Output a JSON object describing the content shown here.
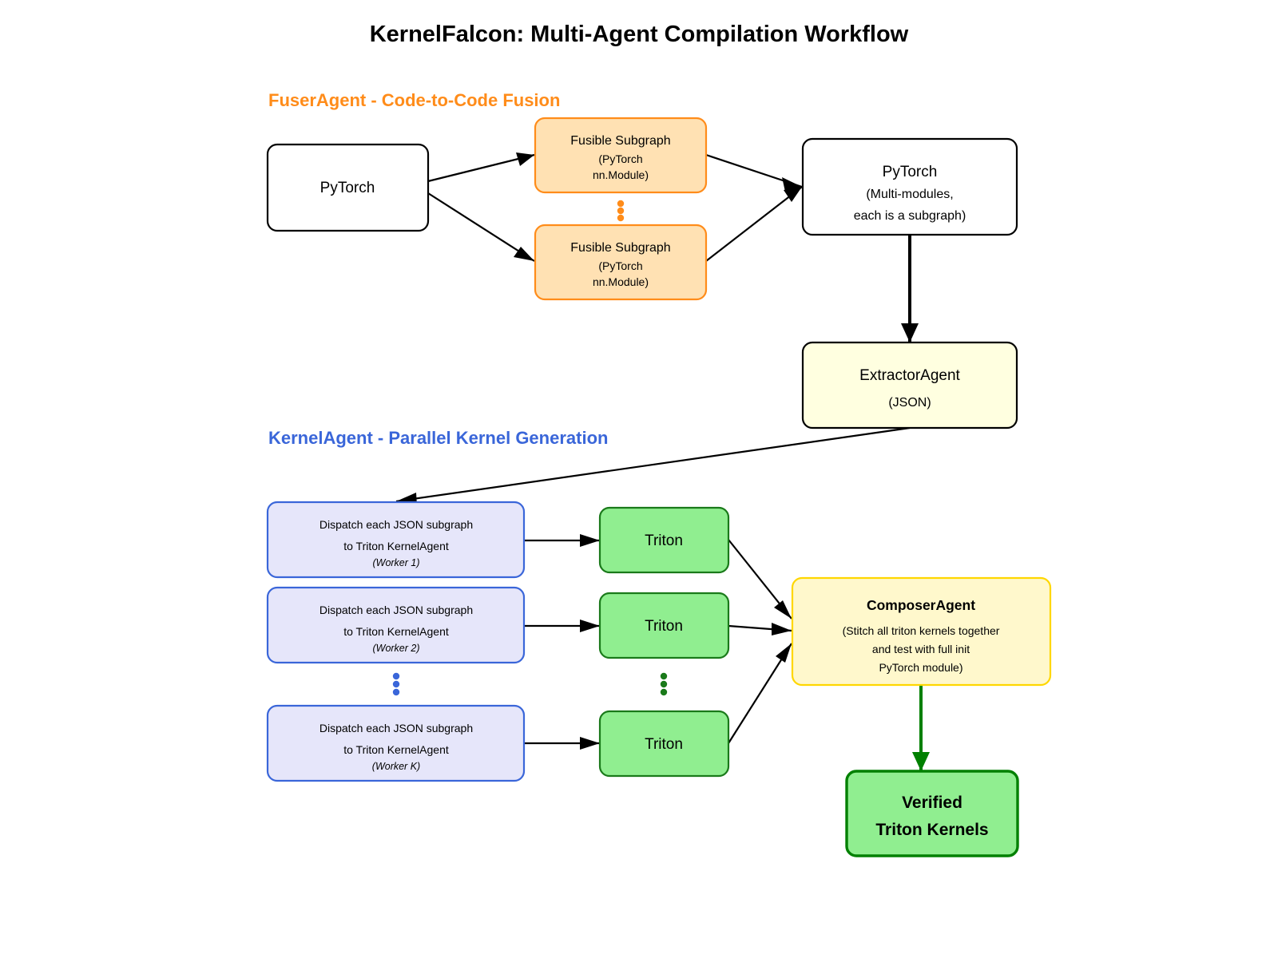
{
  "title": "KernelFalcon: Multi-Agent Compilation Workflow",
  "sections": {
    "fuser": "FuserAgent - Code-to-Code Fusion",
    "kernel": "KernelAgent - Parallel Kernel Generation"
  },
  "colors": {
    "fuser_accent": "#ff8c1a",
    "fuser_fill": "#ffe1b3",
    "kernel_accent": "#3a66d9",
    "kernel_fill": "#e6e6fa",
    "triton_fill": "#90ee90",
    "triton_border": "#1a7a1a",
    "extractor_fill": "#ffffe0",
    "composer_fill": "#fff8cc",
    "composer_border": "#ffd700",
    "verified_border": "#008000"
  },
  "nodes": {
    "pytorch_input": {
      "label": "PyTorch"
    },
    "fusible_1": {
      "line1": "Fusible Subgraph",
      "line2": "(PyTorch",
      "line3": "nn.Module)"
    },
    "fusible_2": {
      "line1": "Fusible Subgraph",
      "line2": "(PyTorch",
      "line3": "nn.Module)"
    },
    "pytorch_multi": {
      "line1": "PyTorch",
      "line2": "(Multi-modules,",
      "line3": "each is a subgraph)"
    },
    "extractor": {
      "line1": "ExtractorAgent",
      "line2": "(JSON)"
    },
    "dispatch": [
      {
        "line1": "Dispatch each JSON subgraph",
        "line2": "to Triton KernelAgent",
        "worker": "(Worker 1)"
      },
      {
        "line1": "Dispatch each JSON subgraph",
        "line2": "to Triton KernelAgent",
        "worker": "(Worker 2)"
      },
      {
        "line1": "Dispatch each JSON subgraph",
        "line2": "to Triton KernelAgent",
        "worker": "(Worker K)"
      }
    ],
    "triton": [
      {
        "label": "Triton"
      },
      {
        "label": "Triton"
      },
      {
        "label": "Triton"
      }
    ],
    "composer": {
      "title": "ComposerAgent",
      "line1": "(Stitch all triton kernels together",
      "line2": "and test with full init",
      "line3": "PyTorch module)"
    },
    "verified": {
      "line1": "Verified",
      "line2": "Triton Kernels"
    }
  }
}
